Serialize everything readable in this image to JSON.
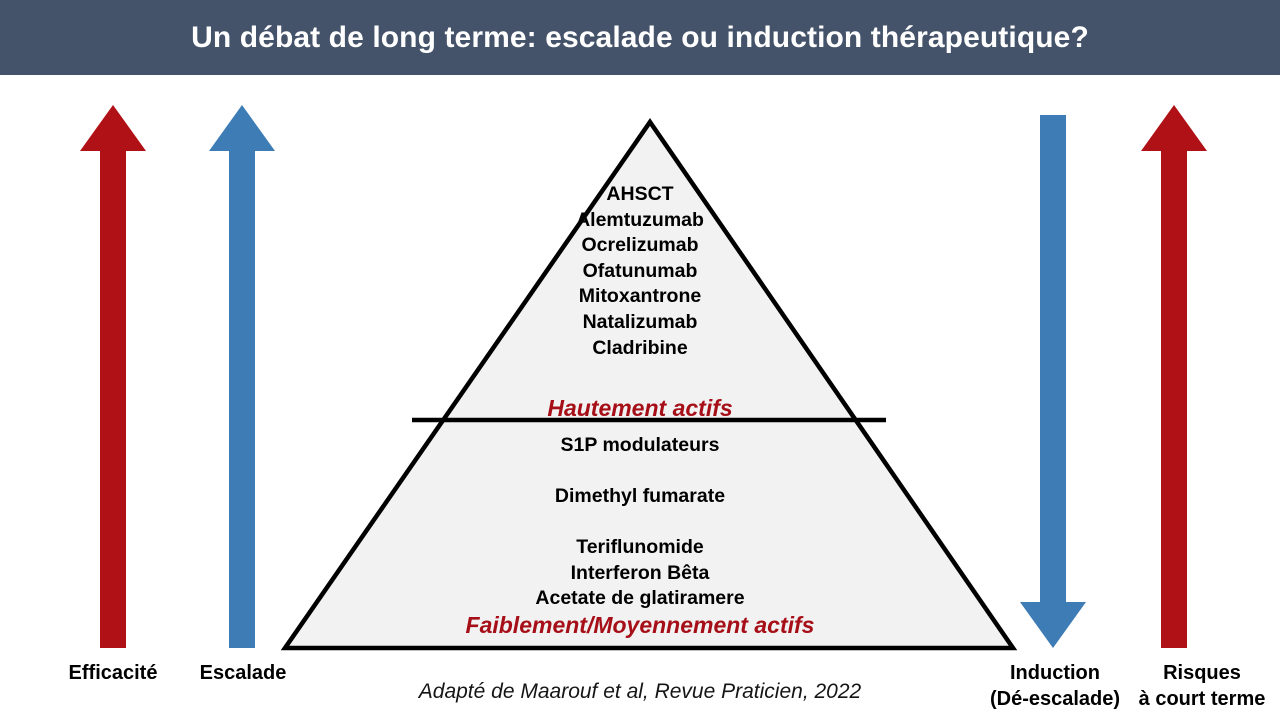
{
  "header": {
    "title": "Un débat de long terme: escalade ou induction thérapeutique?",
    "background_color": "#44536A",
    "text_color": "#FFFFFF"
  },
  "pyramid": {
    "fill_color": "#F2F2F2",
    "stroke_color": "#000000",
    "band_label_color": "#A60F17",
    "high_efficacy_tier": {
      "band_label": "Hautement actifs",
      "drugs": [
        "AHSCT",
        "Alemtuzumab",
        "Ocrelizumab",
        "Ofatunumab",
        "Mitoxantrone",
        "Natalizumab",
        "Cladribine"
      ]
    },
    "low_efficacy_tier": {
      "band_label": "Faiblement/Moyennement actifs",
      "group_1": [
        "S1P modulateurs"
      ],
      "group_2": [
        "Dimethyl fumarate"
      ],
      "group_3": [
        "Teriflunomide",
        "Interferon Bêta",
        "Acetate de glatiramere"
      ]
    }
  },
  "citation": "Adapté de Maarouf et al, Revue Praticien, 2022",
  "arrows": [
    {
      "name": "efficacite",
      "caption_lines": [
        "Efficacité"
      ],
      "direction": "up",
      "color": "#B01116"
    },
    {
      "name": "escalade",
      "caption_lines": [
        "Escalade"
      ],
      "direction": "up",
      "color": "#3E7CB6"
    },
    {
      "name": "induction",
      "caption_lines": [
        "Induction",
        "(Dé-escalade)"
      ],
      "direction": "down",
      "color": "#3E7CB6"
    },
    {
      "name": "risques",
      "caption_lines": [
        "Risques",
        "à court terme"
      ],
      "direction": "up",
      "color": "#B01116"
    }
  ]
}
